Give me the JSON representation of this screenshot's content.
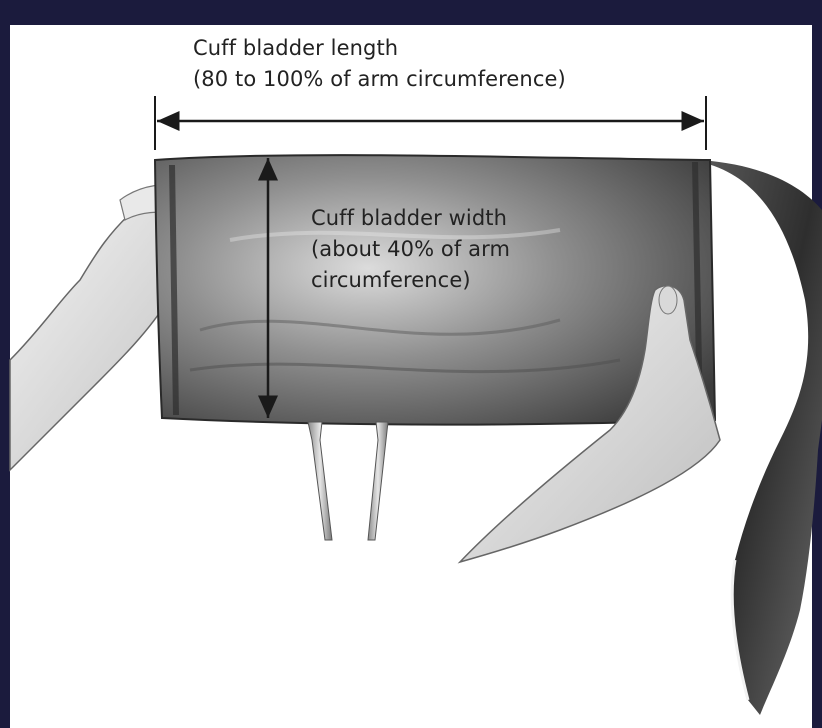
{
  "figure": {
    "length_label": {
      "line1": "Cuff bladder length",
      "line2": "(80 to 100% of arm circumference)"
    },
    "width_label": {
      "line1": "Cuff bladder width",
      "line2": "(about 40% of arm",
      "line3": "circumference)"
    }
  },
  "colors": {
    "background": "#1b1b3d",
    "panel": "#ffffff",
    "cuff_dark": "#3c3c3c",
    "cuff_light": "#d8d8d8",
    "arrow": "#1a1a1a",
    "text": "#222222"
  }
}
